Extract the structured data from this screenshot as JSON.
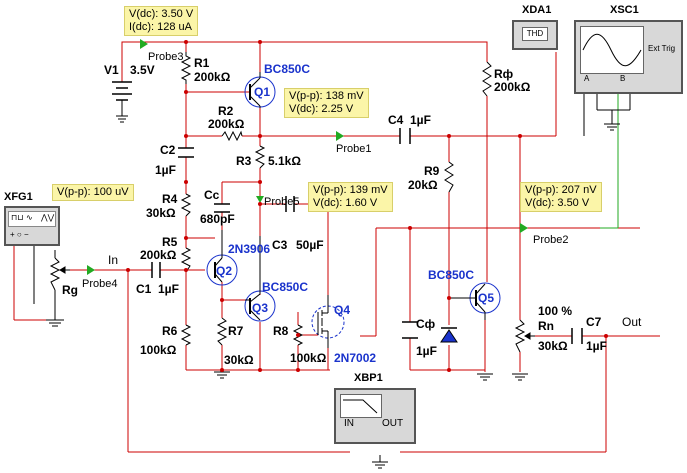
{
  "components": {
    "v1": {
      "name": "V1",
      "value": "3.5V"
    },
    "r1": {
      "name": "R1",
      "value": "200kΩ"
    },
    "r2": {
      "name": "R2",
      "value": "200kΩ"
    },
    "r3": {
      "name": "R3",
      "value": "5.1kΩ"
    },
    "r4": {
      "name": "R4",
      "value": "30kΩ"
    },
    "r5": {
      "name": "R5",
      "value": "200kΩ"
    },
    "r6": {
      "name": "R6",
      "value": "100kΩ"
    },
    "r7": {
      "name": "R7",
      "value": "30kΩ"
    },
    "r8": {
      "name": "R8",
      "value": "100kΩ"
    },
    "r9": {
      "name": "R9",
      "value": "20kΩ"
    },
    "rphi": {
      "name": "Rф",
      "value": "200kΩ"
    },
    "rg": {
      "name": "Rg"
    },
    "rn": {
      "name": "Rn",
      "value": "30kΩ",
      "percent": "100 %"
    },
    "c1": {
      "name": "C1",
      "value": "1µF"
    },
    "c2": {
      "name": "C2",
      "value": "1µF"
    },
    "c3": {
      "name": "C3",
      "value": "50µF"
    },
    "c4": {
      "name": "C4",
      "value": "1µF"
    },
    "c7": {
      "name": "C7",
      "value": "1µF"
    },
    "cc": {
      "name": "Cc",
      "value": "680pF"
    },
    "cphi": {
      "name": "Cф",
      "value": "1µF"
    },
    "q1": {
      "name": "Q1",
      "part": "BC850C"
    },
    "q2": {
      "name": "Q2",
      "part": "2N3906"
    },
    "q3": {
      "name": "Q3",
      "part": "BC850C"
    },
    "q4": {
      "name": "Q4",
      "part": "2N7002"
    },
    "q5": {
      "name": "Q5",
      "part": "BC850C"
    }
  },
  "instruments": {
    "xfg1": {
      "name": "XFG1"
    },
    "xda1": {
      "name": "XDA1",
      "display": "THD"
    },
    "xsc1": {
      "name": "XSC1",
      "ext": "Ext Trig",
      "a": "A",
      "b": "B"
    },
    "xbp1": {
      "name": "XBP1",
      "in": "IN",
      "out": "OUT"
    }
  },
  "probes": {
    "probe1": {
      "name": "Probe1",
      "lines": [
        "V(p-p): 138 mV",
        "V(dc): 2.25 V"
      ]
    },
    "probe2": {
      "name": "Probe2",
      "lines": [
        "V(p-p): 207 nV",
        "V(dc): 3.50 V"
      ]
    },
    "probe3": {
      "name": "Probe3",
      "lines": [
        "V(dc): 3.50 V",
        "I(dc): 128 uA"
      ]
    },
    "probe4": {
      "name": "Probe4",
      "lines": [
        "V(p-p): 100 uV"
      ]
    },
    "probe5": {
      "name": "Probe5",
      "lines": [
        "V(p-p): 139 mV",
        "V(dc): 1.60 V"
      ]
    }
  },
  "nets": {
    "in": "In",
    "out": "Out"
  },
  "colors": {
    "wire_red": "#cc0000",
    "wire_green": "#22aa22",
    "wire_black": "#000000",
    "part_blue": "#1a33cc",
    "note_bg": "#fbf5a8"
  }
}
